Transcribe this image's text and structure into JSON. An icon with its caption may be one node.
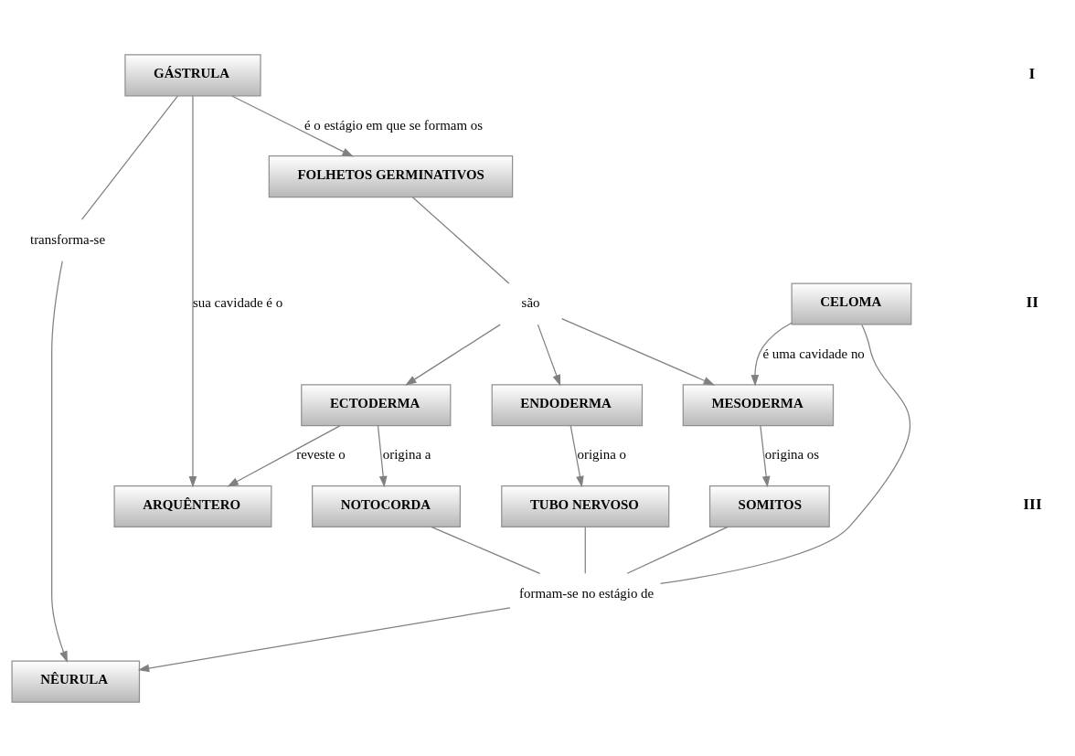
{
  "diagram": {
    "nodes": [
      {
        "text": [
          "GÁSTRULA"
        ]
      },
      {
        "text": [
          "transforma-se"
        ]
      },
      {
        "text": [
          "ARQUÊNTERO"
        ]
      },
      {
        "text": [
          "FOLHETOS GERMINATIVOS"
        ]
      },
      {
        "text": [
          "são"
        ]
      },
      {
        "text": [
          "NÊURULA"
        ]
      },
      {
        "text": [
          "ECTODERMA"
        ]
      },
      {
        "text": [
          "NOTOCORDA"
        ]
      },
      {
        "text": [
          "formam-se no estágio de"
        ]
      },
      {
        "text": [
          "SOMITOS"
        ]
      },
      {
        "text": [
          "MESODERMA"
        ]
      },
      {
        "text": [
          "CELOMA"
        ]
      },
      {
        "text": [
          "TUBO NERVOSO"
        ]
      },
      {
        "text": [
          "ENDODERMA"
        ]
      }
    ],
    "edges": [
      {
        "from": 0,
        "to": 1,
        "arrow": "none"
      },
      {
        "from": 1,
        "to": 5,
        "arrow": "to"
      },
      {
        "from": 0,
        "to": 2,
        "arrow": "to",
        "label": "sua cavidade é o"
      },
      {
        "from": 0,
        "to": 3,
        "arrow": "to",
        "label": "é o estágio em que se formam os"
      },
      {
        "from": 3,
        "to": 4,
        "arrow": "none"
      },
      {
        "from": 4,
        "to": 6,
        "arrow": "to"
      },
      {
        "from": 4,
        "to": 10,
        "arrow": "to"
      },
      {
        "from": 4,
        "to": 13,
        "arrow": "to"
      },
      {
        "from": 6,
        "to": 2,
        "arrow": "to",
        "label": "reveste o"
      },
      {
        "from": 6,
        "to": 7,
        "arrow": "to",
        "label": "origina a"
      },
      {
        "from": 10,
        "to": 9,
        "arrow": "to",
        "label": "origina os"
      },
      {
        "from": 11,
        "to": 10,
        "arrow": "to",
        "label": "é uma cavidade no"
      },
      {
        "from": 13,
        "to": 12,
        "arrow": "to",
        "label": "origina o"
      },
      {
        "from": 7,
        "to": 8,
        "arrow": "none"
      },
      {
        "from": 9,
        "to": 8,
        "arrow": "none"
      },
      {
        "from": 11,
        "to": 8,
        "arrow": "none"
      },
      {
        "from": 12,
        "to": 8,
        "arrow": "none"
      },
      {
        "from": 8,
        "to": 5,
        "arrow": "to"
      }
    ],
    "labels": [
      "I",
      "II",
      "III"
    ]
  }
}
